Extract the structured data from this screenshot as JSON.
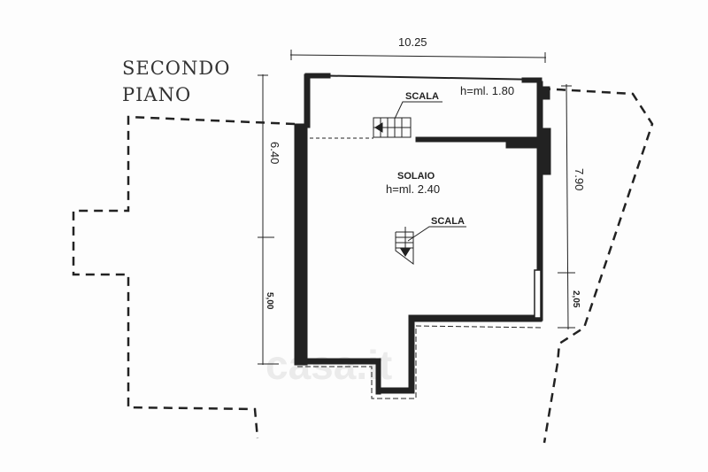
{
  "title": {
    "line1": "SECONDO",
    "line2": "PIANO"
  },
  "rooms": [
    {
      "name": "SOLAIO",
      "height": "h=ml. 2.40"
    },
    {
      "height": "h=ml. 1.80"
    }
  ],
  "stairs": [
    {
      "label": "SCALA"
    },
    {
      "label": "SCALA"
    }
  ],
  "dimensions": {
    "top": "10.25",
    "left_upper": "6.40",
    "left_lower": "5,00",
    "right_upper": "7.90",
    "right_lower": "2,05"
  },
  "watermark": "casa.it"
}
